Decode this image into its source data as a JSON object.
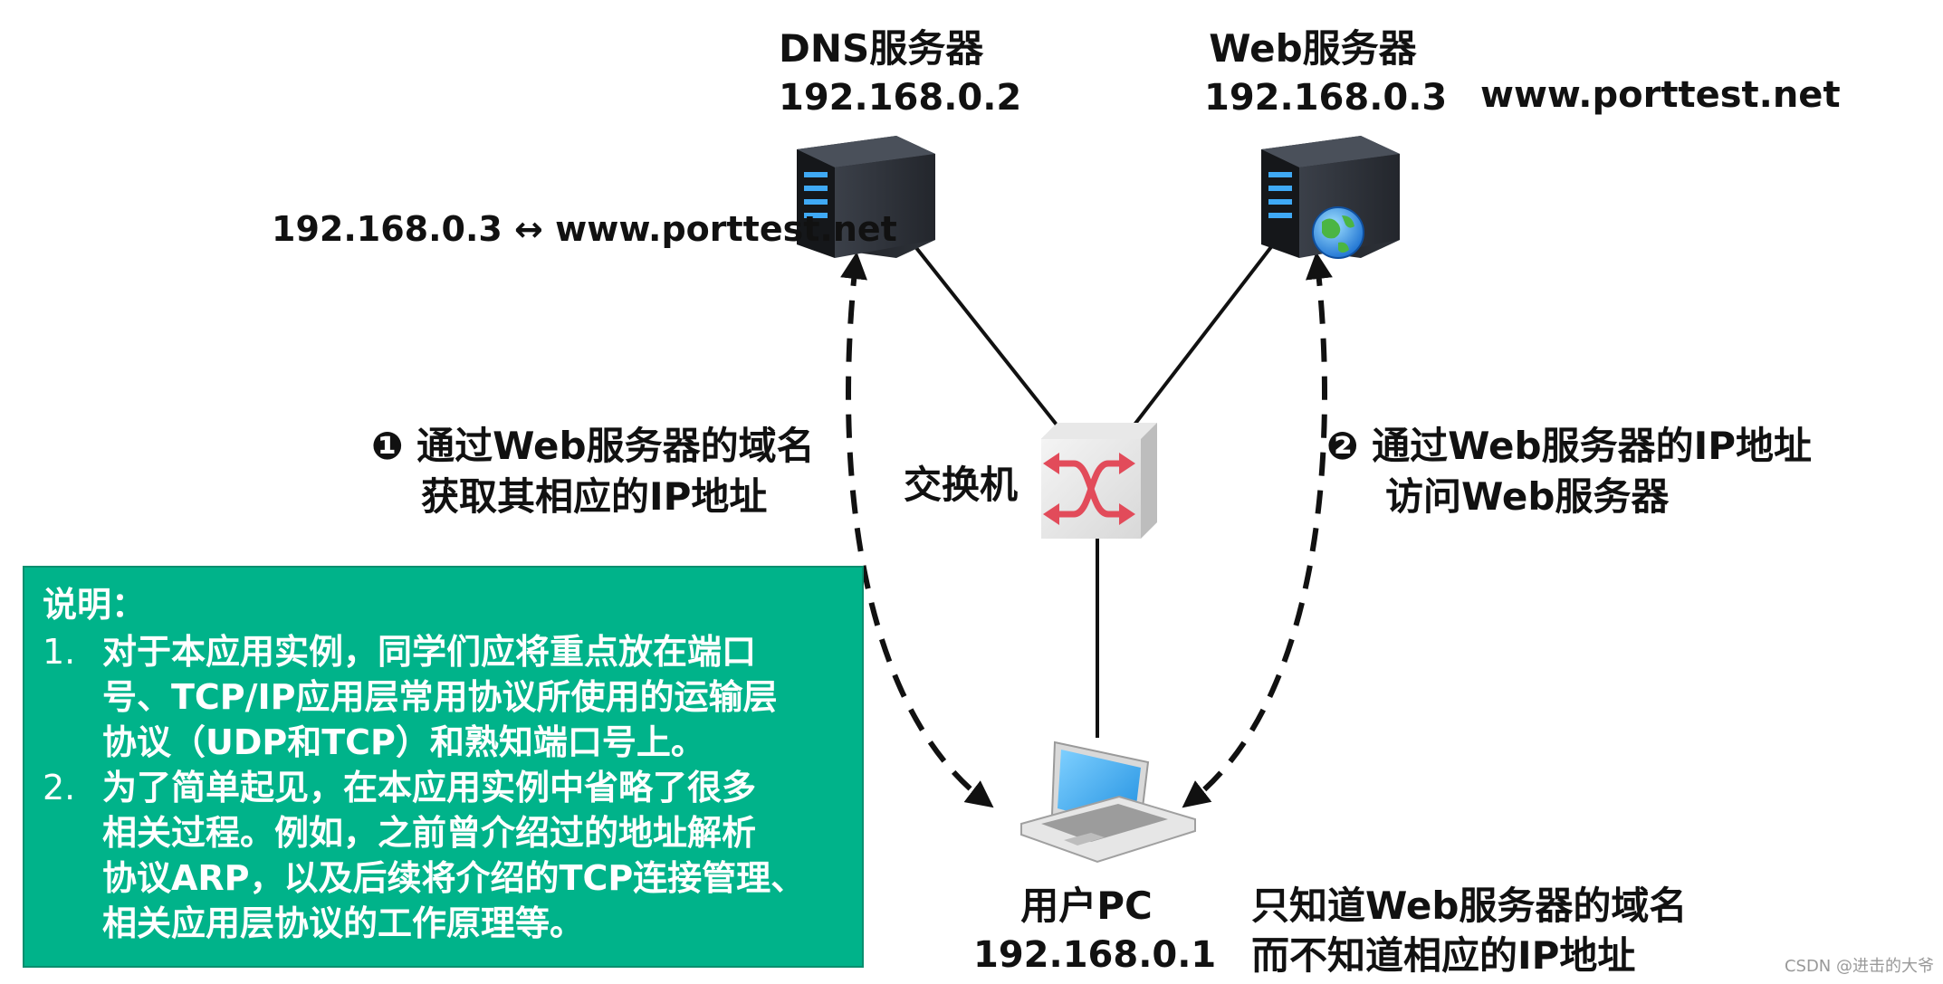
{
  "dns_server": {
    "title": "DNS服务器",
    "ip": "192.168.0.2"
  },
  "web_server": {
    "title": "Web服务器",
    "ip": "192.168.0.3",
    "domain": "www.porttest.net"
  },
  "dns_record": "192.168.0.3 ↔ www.porttest.net",
  "switch_label": "交换机",
  "step1": {
    "line1": "❶ 通过Web服务器的域名",
    "line2": "获取其相应的IP地址"
  },
  "step2": {
    "line1": "❷ 通过Web服务器的IP地址",
    "line2": "访问Web服务器"
  },
  "user_pc": {
    "title": "用户PC",
    "ip": "192.168.0.1"
  },
  "user_note": {
    "line1": "只知道Web服务器的域名",
    "line2": "而不知道相应的IP地址"
  },
  "note": {
    "title": "说明：",
    "items": [
      {
        "num": "1.",
        "lines": [
          "对于本应用实例，同学们应将重点放在端口",
          "号、TCP/IP应用层常用协议所使用的运输层",
          "协议（UDP和TCP）和熟知端口号上。"
        ]
      },
      {
        "num": "2.",
        "lines": [
          "为了简单起见，在本应用实例中省略了很多",
          "相关过程。例如，之前曾介绍过的地址解析",
          "协议ARP，以及后续将介绍的TCP连接管理、",
          "相关应用层协议的工作原理等。"
        ]
      }
    ]
  },
  "watermark": "CSDN @进击的大爷",
  "colors": {
    "note_bg": "#00b38a",
    "server_body": "#2b2f36",
    "server_led": "#3fa9f5",
    "switch_arrow": "#e24b5a"
  }
}
